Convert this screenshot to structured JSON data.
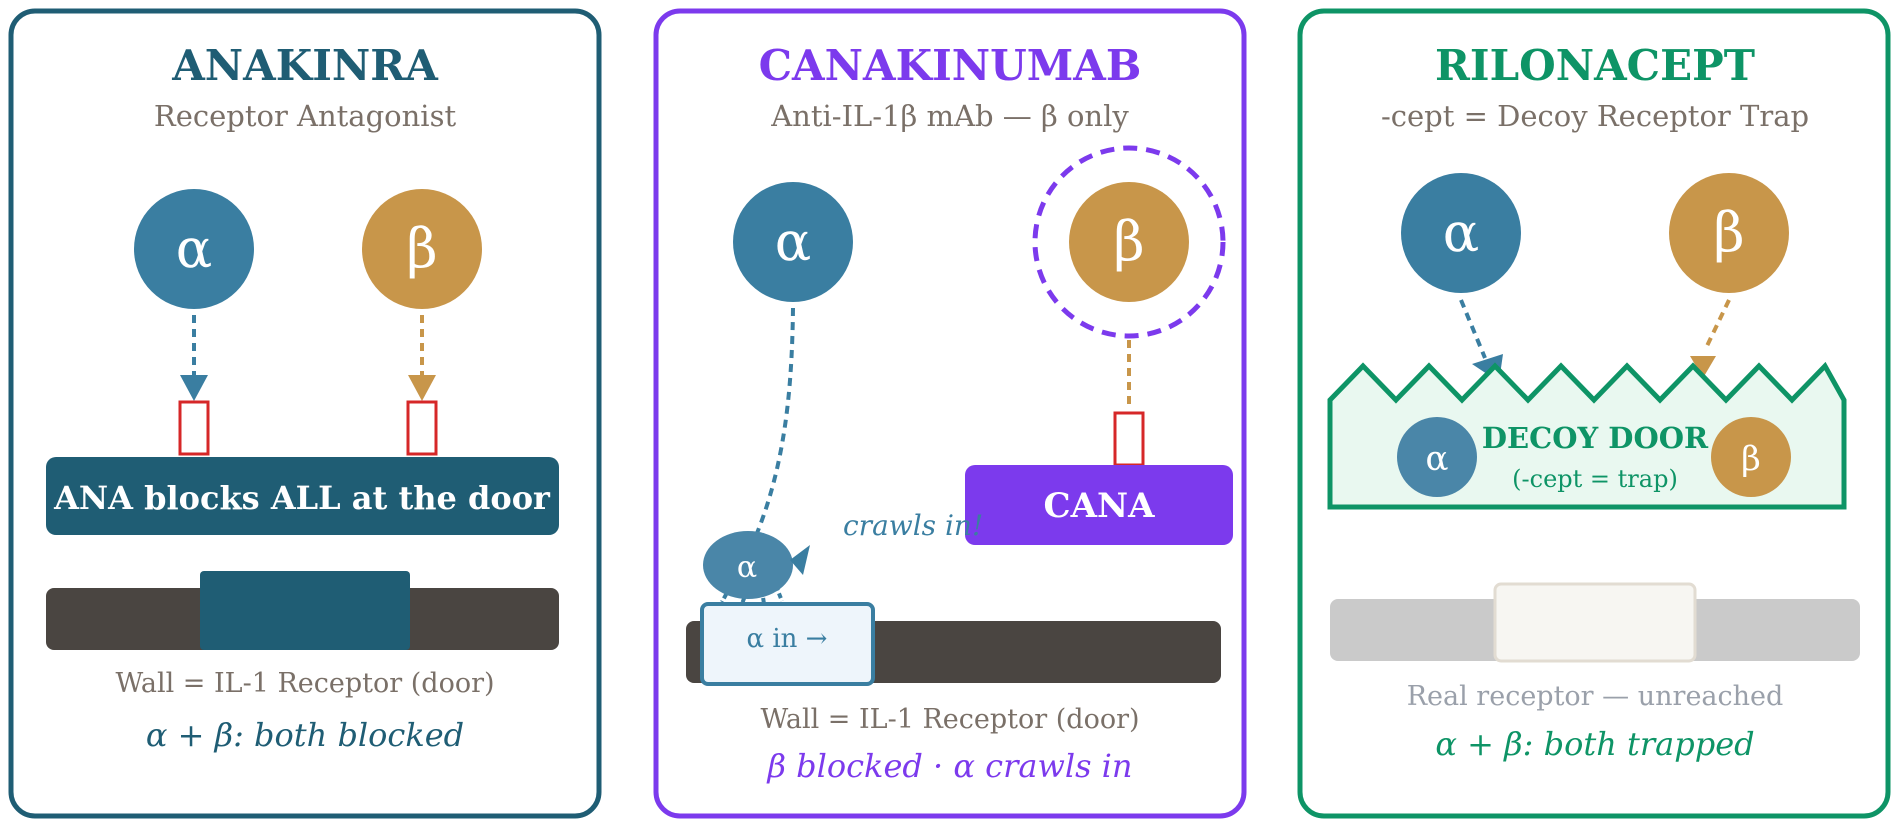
{
  "panels": [
    {
      "title": "ANAKINRA",
      "subtitle": "Receptor Antagonist",
      "alpha": "α",
      "beta": "β",
      "banner": "ANA blocks ALL at the door",
      "wall_label": "Wall = IL-1 Receptor (door)",
      "summary": "α + β: both blocked"
    },
    {
      "title": "CANAKINUMAB",
      "subtitle": "Anti-IL-1β mAb — β only",
      "alpha": "α",
      "beta": "β",
      "cana_label": "CANA",
      "crawls_text": "crawls in!",
      "small_alpha": "α",
      "alpha_in": "α in →",
      "wall_label": "Wall = IL-1 Receptor (door)",
      "summary": "β blocked · α crawls in"
    },
    {
      "title": "RILONACEPT",
      "subtitle": "-cept = Decoy Receptor Trap",
      "alpha": "α",
      "beta": "β",
      "decoy_title": "DECOY DOOR",
      "decoy_sub": "(-cept = trap)",
      "small_alpha": "α",
      "small_beta": "β",
      "wall_label": "Real receptor — unreached",
      "summary": "α + β: both trapped"
    }
  ],
  "colors": {
    "anakinra": "#1f5d74",
    "canakinumab": "#7c3aed",
    "rilonacept": "#0e9466",
    "alpha": "#3a7ea1",
    "beta": "#c8964a",
    "wall": "#4a4541",
    "block": "#d62728",
    "muted_text": "#7a7068",
    "decoy_fill": "#e9f8f0"
  }
}
